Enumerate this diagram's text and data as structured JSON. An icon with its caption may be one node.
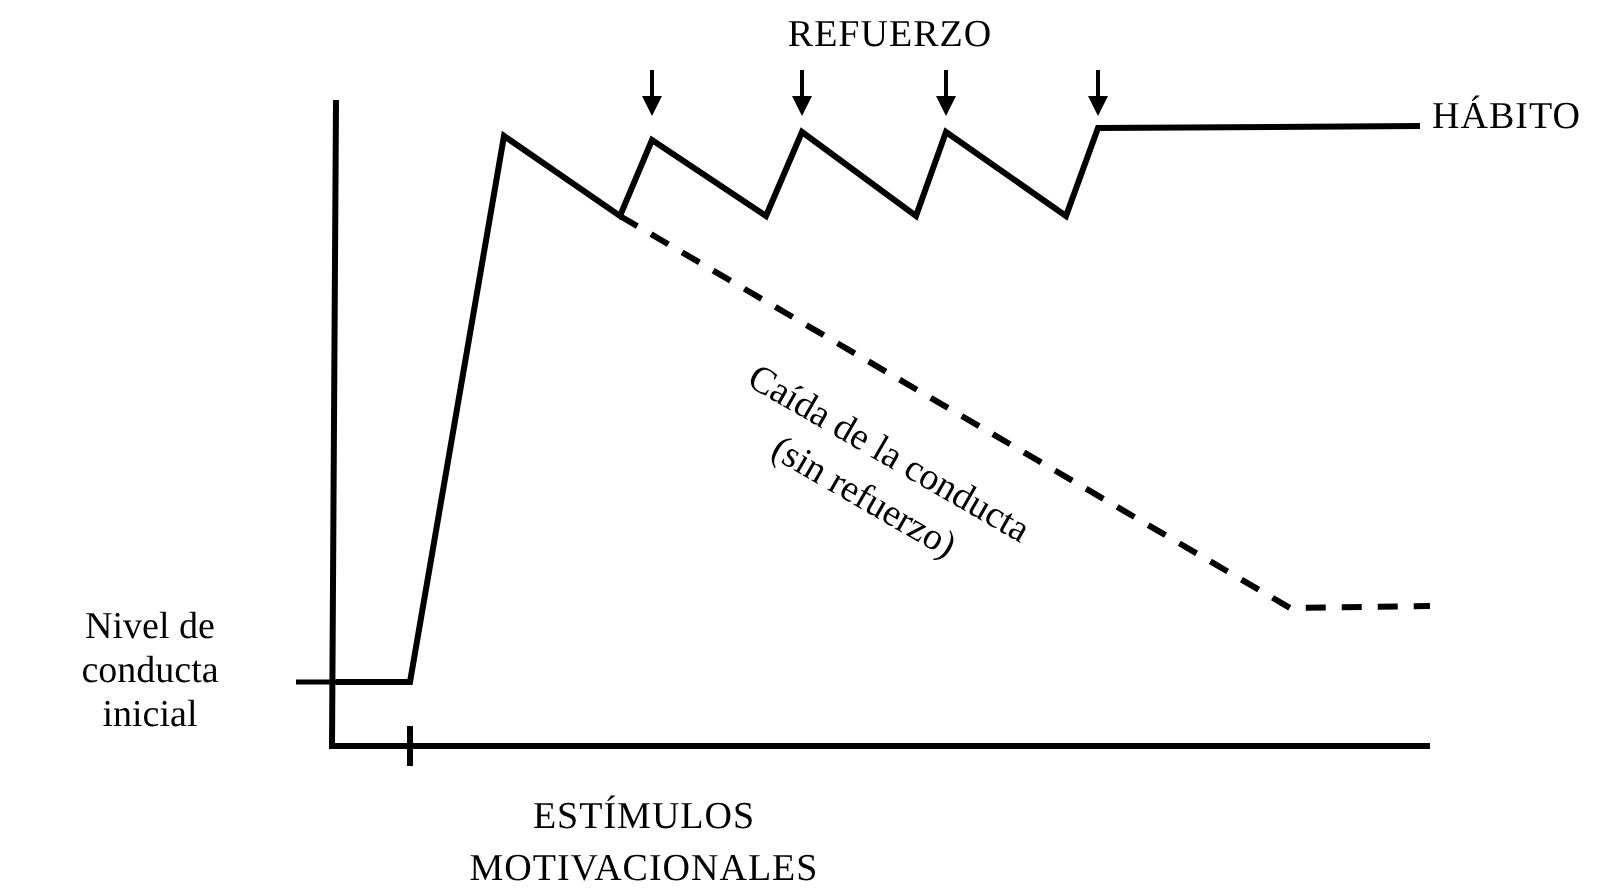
{
  "diagram": {
    "labels": [
      "REFUERZO",
      "HÁBITO",
      "Caída de la conducta (sin refuerzo)",
      "Nivel de conducta inicial",
      "ESTÍMULOS MOTIVACIONALES"
    ]
  }
}
